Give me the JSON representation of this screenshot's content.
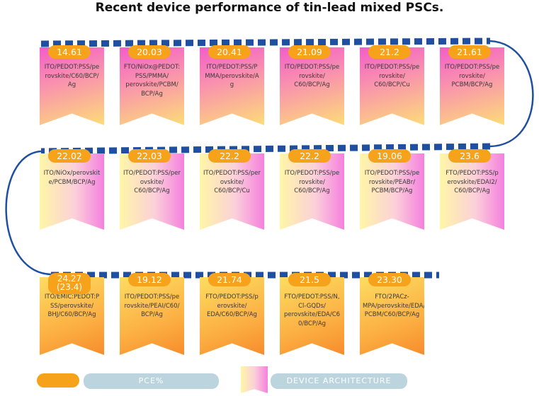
{
  "title": "Recent device performance of tin-lead mixed PSCs.",
  "rows": [
    {
      "items": [
        {
          "pce": "14.61",
          "architecture": "ITO/PEDOT:PSS/pe\nrovskite/C60/BCP/\nAg"
        },
        {
          "pce": "20.03",
          "architecture": "FTO/NiOx@PEDOT:\nPSS/PMMA/\nperovskite/PCBM/\nBCP/Ag"
        },
        {
          "pce": "20.41",
          "architecture": "ITO/PEDOT:PSS/P\nMMA/perovskite/A\ng"
        },
        {
          "pce": "21.09",
          "architecture": "ITO/PEDOT:PSS/pe\nrovskite/\nC60/BCP/Ag"
        },
        {
          "pce": "21.2",
          "architecture": "ITO/PEDOT:PSS/pe\nrovskite/\nC60/BCP/Cu"
        },
        {
          "pce": "21.61",
          "architecture": "ITO/PEDOT:PSS/pe\nrovskite/\nPCBM/BCP/Ag"
        }
      ]
    },
    {
      "items": [
        {
          "pce": "22.02",
          "architecture": "ITO/NiOx/perovskit\ne/PCBM/BCP/Ag"
        },
        {
          "pce": "22.03",
          "architecture": "ITO/PEDOT:PSS/per\novskite/\nC60/BCP/Ag"
        },
        {
          "pce": "22.2",
          "architecture": "ITO/PEDOT:PSS/per\novskite/\nC60/BCP/Cu"
        },
        {
          "pce": "22.2",
          "architecture": "ITO/PEDOT:PSS/pe\nrovskite/\nC60/BCP/Ag"
        },
        {
          "pce": "19.06",
          "architecture": "ITO/PEDOT:PSS/pe\nrovskite/PEABr/\nPCBM/BCP/Ag"
        },
        {
          "pce": "23.6",
          "architecture": "FTO/PEDOT:PSS/p\nerovskite/EDAI2/\nC60/BCP/Ag"
        }
      ]
    },
    {
      "items": [
        {
          "pce": "24.27\n(23.4)",
          "architecture": "ITO/EMIC:PEDOT:P\nSS/perovskite/\nBHJ/C60/BCP/Ag"
        },
        {
          "pce": "19.12",
          "architecture": "ITO/PEDOT:PSS/pe\nrovskite/PEAI/C60/\nBCP/Ag"
        },
        {
          "pce": "21.74",
          "architecture": "FTO/PEDOT:PSS/p\nerovskite/\nEDA/C60/BCP/Ag"
        },
        {
          "pce": "21.5",
          "architecture": "FTO/PEDOT:PSS/N,\nCl-GQDs/\nperovskite/EDA/C6\n0/BCP/Ag"
        },
        {
          "pce": "23.30",
          "architecture": "FTO/2PACz-\nMPA/perovskite/EDA/\nPCBM/C60/BCP/Ag"
        }
      ]
    }
  ],
  "legend": {
    "pce_label": "PCE%",
    "architecture_label": "DEVICE ARCHITECTURE"
  },
  "colors": {
    "pill": "#f7a21b",
    "connector": "#1f4fa0",
    "legend_box": "#bcd4de",
    "row1_gradient": [
      "#f35dc8",
      "#fddc78"
    ],
    "row2_gradient": [
      "#fff6a6",
      "#f580de"
    ],
    "row3_gradient": [
      "#fddc62",
      "#f78c2c"
    ]
  }
}
